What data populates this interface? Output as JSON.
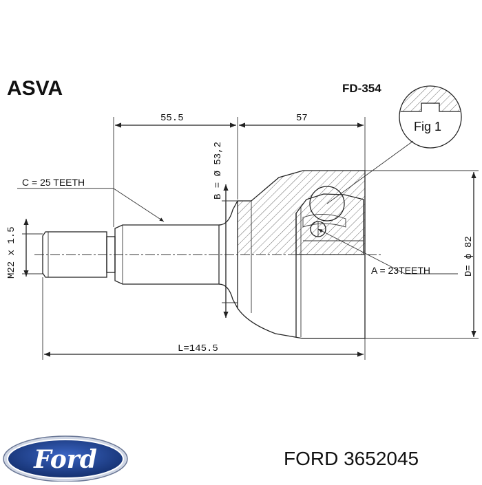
{
  "header": {
    "brand": "ASVA",
    "code": "FD-354"
  },
  "figure": {
    "fig_label": "Fig 1"
  },
  "dimensions": {
    "d1": "55.5",
    "d2": "57",
    "b": "B = Ø 53,2",
    "c": "C = 25 TEETH",
    "m": "M22 x 1.5",
    "a": "A = 23TEETH",
    "d": "D= ϕ 82",
    "l": "L=145.5"
  },
  "footer": {
    "logo_text": "Ford",
    "part_label": "FORD 3652045"
  },
  "colors": {
    "logo_blue": "#1f3f8f",
    "logo_rim": "#cfd6e4"
  }
}
